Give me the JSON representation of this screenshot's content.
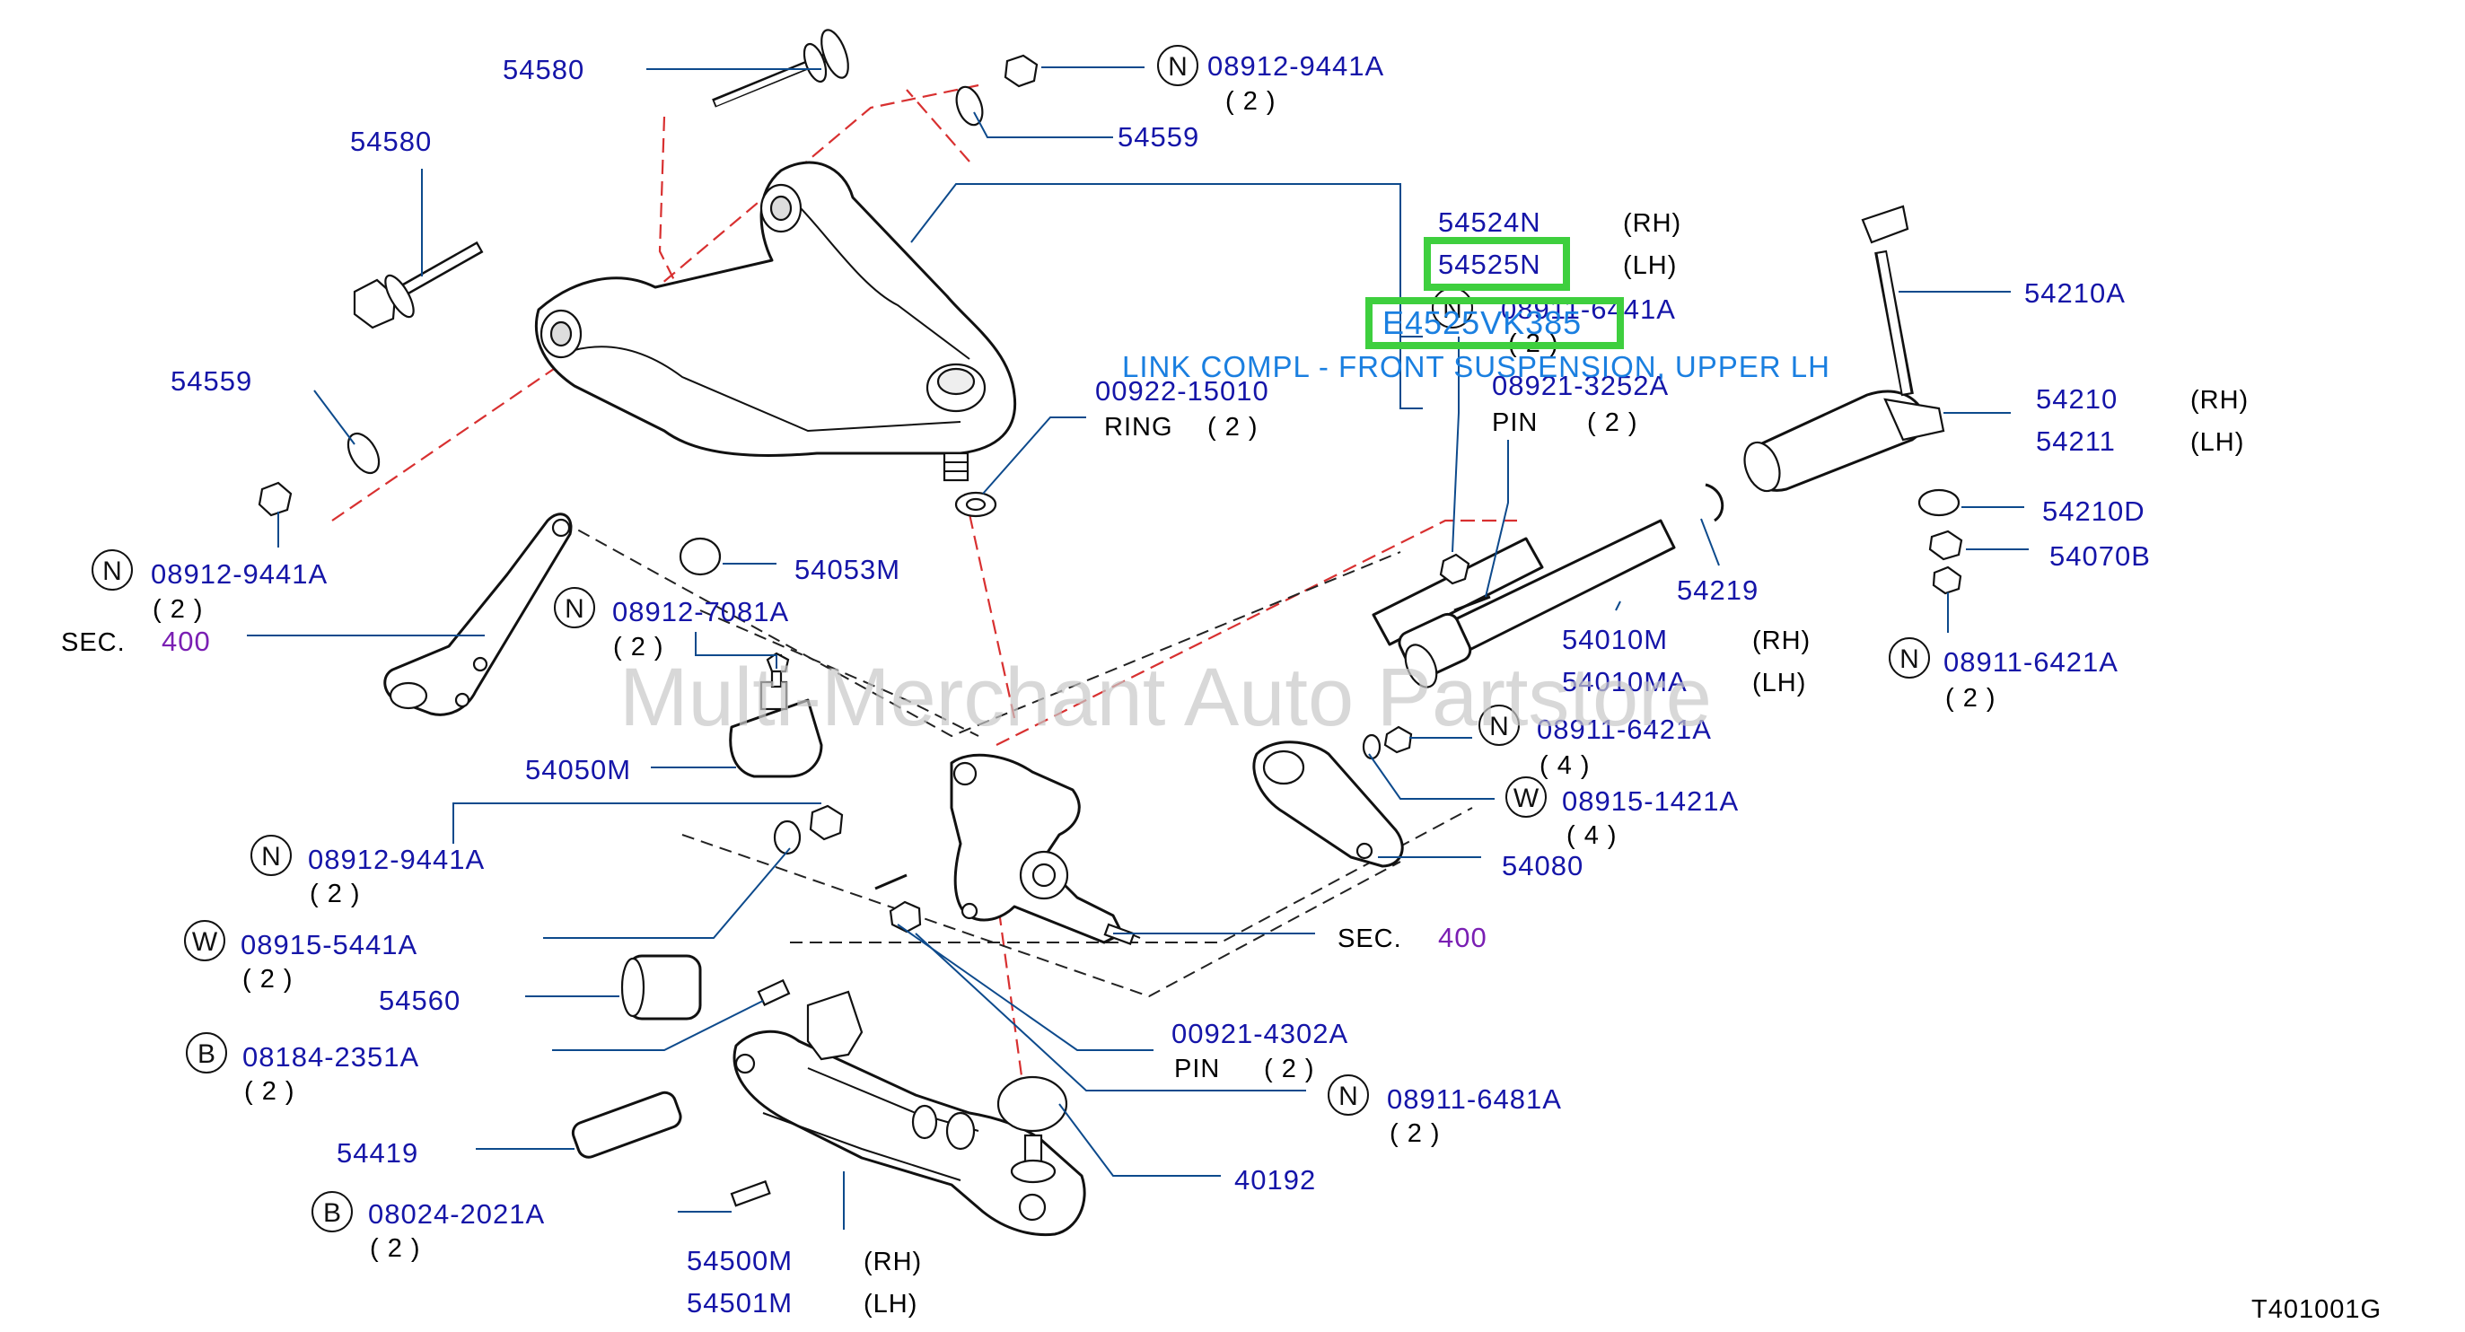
{
  "watermark": "Multi-Merchant Auto Partstore",
  "diagram_code": "T401001G",
  "highlight": {
    "code": "E4525VK385",
    "label": "LINK COMPL - FRONT SUSPENSION, UPPER LH",
    "color": "#3ecf3e"
  },
  "labels": {
    "p54580_a": "54580",
    "p08912_9441a_top": "08912-9441A",
    "q2_a": "( 2 )",
    "p54559_top": "54559",
    "p54580_b": "54580",
    "p54524n": "54524N",
    "rh_a": "(RH)",
    "p54525n": "54525N",
    "lh_a": "(LH)",
    "p08911_6441a": "08911-6441A",
    "q2_b": "( 2 )",
    "p08921_3252a": "08921-3252A",
    "pin_a": "PIN",
    "q2_c": "( 2 )",
    "p54210a": "54210A",
    "p54559_left": "54559",
    "p00922_15010": "00922-15010",
    "ring": "RING",
    "q2_d": "( 2 )",
    "p54210": "54210",
    "rh_b": "(RH)",
    "p54211": "54211",
    "lh_b": "(LH)",
    "p54210d": "54210D",
    "p08912_9441a_mid": "08912-9441A",
    "q2_e": "( 2 )",
    "p54053m": "54053M",
    "p54070b": "54070B",
    "p08912_7081a": "08912-7081A",
    "q2_f": "( 2 )",
    "p54219": "54219",
    "sec_a": "SEC.",
    "sec_a_num": "400",
    "p54010m": "54010M",
    "rh_c": "(RH)",
    "p08911_6421a_r": "08911-6421A",
    "q2_g": "( 2 )",
    "p54010ma": "54010MA",
    "lh_c": "(LH)",
    "p08911_6421a_m": "08911-6421A",
    "q4_a": "( 4 )",
    "p54050m": "54050M",
    "p08915_1421a": "08915-1421A",
    "q4_b": "( 4 )",
    "p08912_9441a_low": "08912-9441A",
    "q2_h": "( 2 )",
    "p54080": "54080",
    "p08915_5441a": "08915-5441A",
    "q2_i": "( 2 )",
    "sec_b": "SEC.",
    "sec_b_num": "400",
    "p54560": "54560",
    "p08184_2351a": "08184-2351A",
    "q2_j": "( 2 )",
    "p00921_4302a": "00921-4302A",
    "pin_b": "PIN",
    "q2_k": "( 2 )",
    "p08911_6481a": "08911-6481A",
    "q2_l": "( 2 )",
    "p54419": "54419",
    "p40192": "40192",
    "p08024_2021a": "08024-2021A",
    "q2_m": "( 2 )",
    "p54500m": "54500M",
    "rh_d": "(RH)",
    "p54501m": "54501M",
    "lh_d": "(LH)"
  },
  "badges": {
    "n": "N",
    "w": "W",
    "b": "B"
  },
  "colors": {
    "part_number": "#1515a8",
    "section_ref": "#7a1fb3",
    "leader_line": "#0d4a8c",
    "dashed_red": "#d83030",
    "highlight_text": "#1a7fe0"
  }
}
